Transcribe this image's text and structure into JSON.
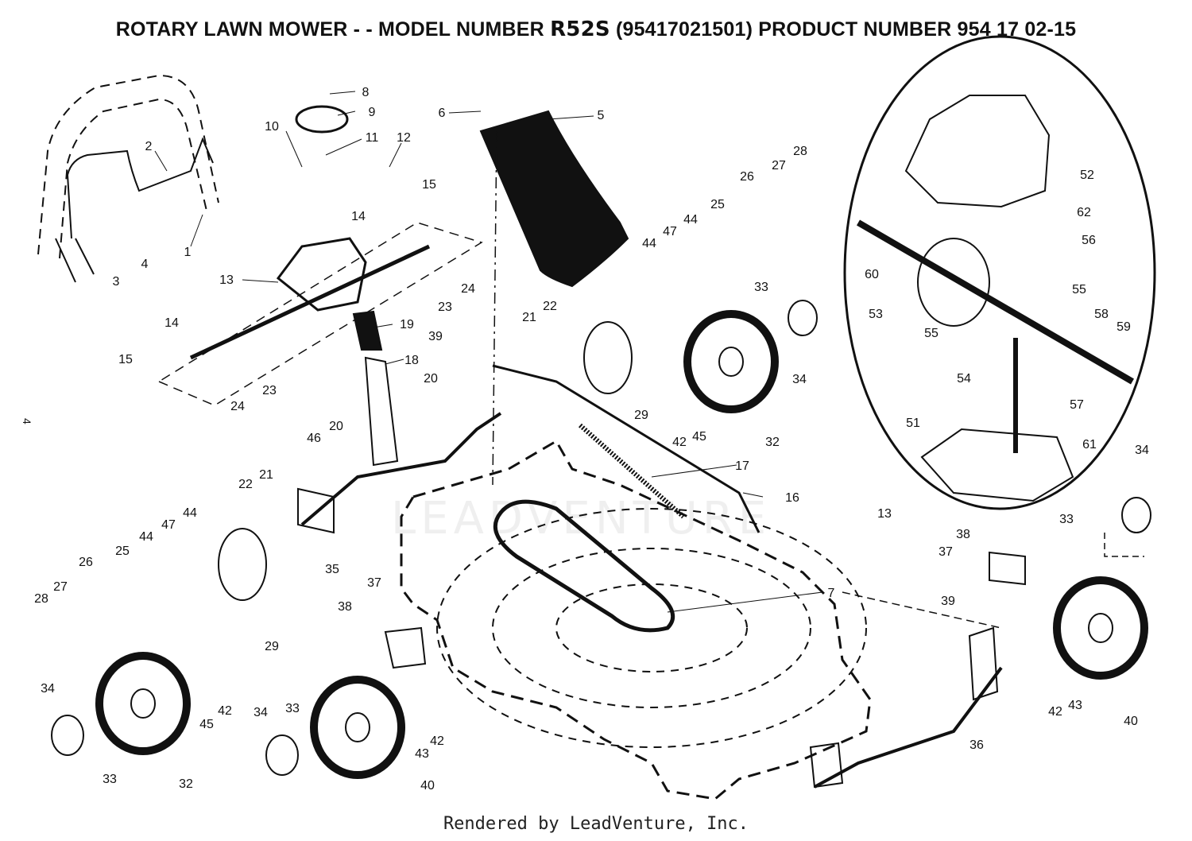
{
  "header": {
    "title_prefix": "ROTARY LAWN MOWER - - MODEL NUMBER",
    "model": "R52S",
    "title_suffix": "(95417021501) PRODUCT NUMBER 954 17 02-15"
  },
  "page_number": "4",
  "footer": {
    "rendered_by": "Rendered by LeadVenture, Inc."
  },
  "watermark": {
    "text": "LEADVENTURE"
  },
  "callouts": [
    {
      "id": "c1",
      "label": "8"
    },
    {
      "id": "c2",
      "label": "9"
    },
    {
      "id": "c3",
      "label": "10"
    },
    {
      "id": "c4",
      "label": "11"
    },
    {
      "id": "c5",
      "label": "12"
    },
    {
      "id": "c6",
      "label": "2"
    },
    {
      "id": "c7",
      "label": "1"
    },
    {
      "id": "c8",
      "label": "3"
    },
    {
      "id": "c9",
      "label": "4"
    },
    {
      "id": "c10",
      "label": "15"
    },
    {
      "id": "c11",
      "label": "14"
    },
    {
      "id": "c12",
      "label": "13"
    },
    {
      "id": "c13",
      "label": "14"
    },
    {
      "id": "c14",
      "label": "15"
    },
    {
      "id": "c15",
      "label": "6"
    },
    {
      "id": "c16",
      "label": "5"
    },
    {
      "id": "c17",
      "label": "19"
    },
    {
      "id": "c18",
      "label": "18"
    },
    {
      "id": "c19",
      "label": "24"
    },
    {
      "id": "c20",
      "label": "23"
    },
    {
      "id": "c21",
      "label": "39"
    },
    {
      "id": "c22",
      "label": "21"
    },
    {
      "id": "c23",
      "label": "22"
    },
    {
      "id": "c24",
      "label": "20"
    },
    {
      "id": "c25",
      "label": "24"
    },
    {
      "id": "c26",
      "label": "23"
    },
    {
      "id": "c27",
      "label": "46"
    },
    {
      "id": "c28",
      "label": "20"
    },
    {
      "id": "c29",
      "label": "22"
    },
    {
      "id": "c30",
      "label": "21"
    },
    {
      "id": "c31",
      "label": "35"
    },
    {
      "id": "c32",
      "label": "44"
    },
    {
      "id": "c33",
      "label": "47"
    },
    {
      "id": "c34",
      "label": "44"
    },
    {
      "id": "c35",
      "label": "25"
    },
    {
      "id": "c36",
      "label": "26"
    },
    {
      "id": "c37",
      "label": "27"
    },
    {
      "id": "c38",
      "label": "28"
    },
    {
      "id": "c39",
      "label": "29"
    },
    {
      "id": "c40",
      "label": "28"
    },
    {
      "id": "c41",
      "label": "27"
    },
    {
      "id": "c42",
      "label": "26"
    },
    {
      "id": "c43",
      "label": "25"
    },
    {
      "id": "c44",
      "label": "44"
    },
    {
      "id": "c45",
      "label": "47"
    },
    {
      "id": "c46",
      "label": "44"
    },
    {
      "id": "c47",
      "label": "29"
    },
    {
      "id": "c48",
      "label": "33"
    },
    {
      "id": "c49",
      "label": "34"
    },
    {
      "id": "c50",
      "label": "42"
    },
    {
      "id": "c51",
      "label": "45"
    },
    {
      "id": "c52",
      "label": "32"
    },
    {
      "id": "c53",
      "label": "17"
    },
    {
      "id": "c54",
      "label": "16"
    },
    {
      "id": "c55",
      "label": "7"
    },
    {
      "id": "c56",
      "label": "34"
    },
    {
      "id": "c57",
      "label": "33"
    },
    {
      "id": "c58",
      "label": "32"
    },
    {
      "id": "c59",
      "label": "45"
    },
    {
      "id": "c60",
      "label": "42"
    },
    {
      "id": "c61",
      "label": "37"
    },
    {
      "id": "c62",
      "label": "38"
    },
    {
      "id": "c63",
      "label": "34"
    },
    {
      "id": "c64",
      "label": "33"
    },
    {
      "id": "c65",
      "label": "43"
    },
    {
      "id": "c66",
      "label": "42"
    },
    {
      "id": "c67",
      "label": "40"
    },
    {
      "id": "c68",
      "label": "52"
    },
    {
      "id": "c69",
      "label": "62"
    },
    {
      "id": "c70",
      "label": "56"
    },
    {
      "id": "c71",
      "label": "60"
    },
    {
      "id": "c72",
      "label": "55"
    },
    {
      "id": "c73",
      "label": "53"
    },
    {
      "id": "c74",
      "label": "58"
    },
    {
      "id": "c75",
      "label": "55"
    },
    {
      "id": "c76",
      "label": "59"
    },
    {
      "id": "c77",
      "label": "54"
    },
    {
      "id": "c78",
      "label": "57"
    },
    {
      "id": "c79",
      "label": "51"
    },
    {
      "id": "c80",
      "label": "61"
    },
    {
      "id": "c81",
      "label": "13"
    },
    {
      "id": "c82",
      "label": "34"
    },
    {
      "id": "c83",
      "label": "33"
    },
    {
      "id": "c84",
      "label": "38"
    },
    {
      "id": "c85",
      "label": "37"
    },
    {
      "id": "c86",
      "label": "39"
    },
    {
      "id": "c87",
      "label": "36"
    },
    {
      "id": "c88",
      "label": "42"
    },
    {
      "id": "c89",
      "label": "43"
    },
    {
      "id": "c90",
      "label": "40"
    }
  ]
}
